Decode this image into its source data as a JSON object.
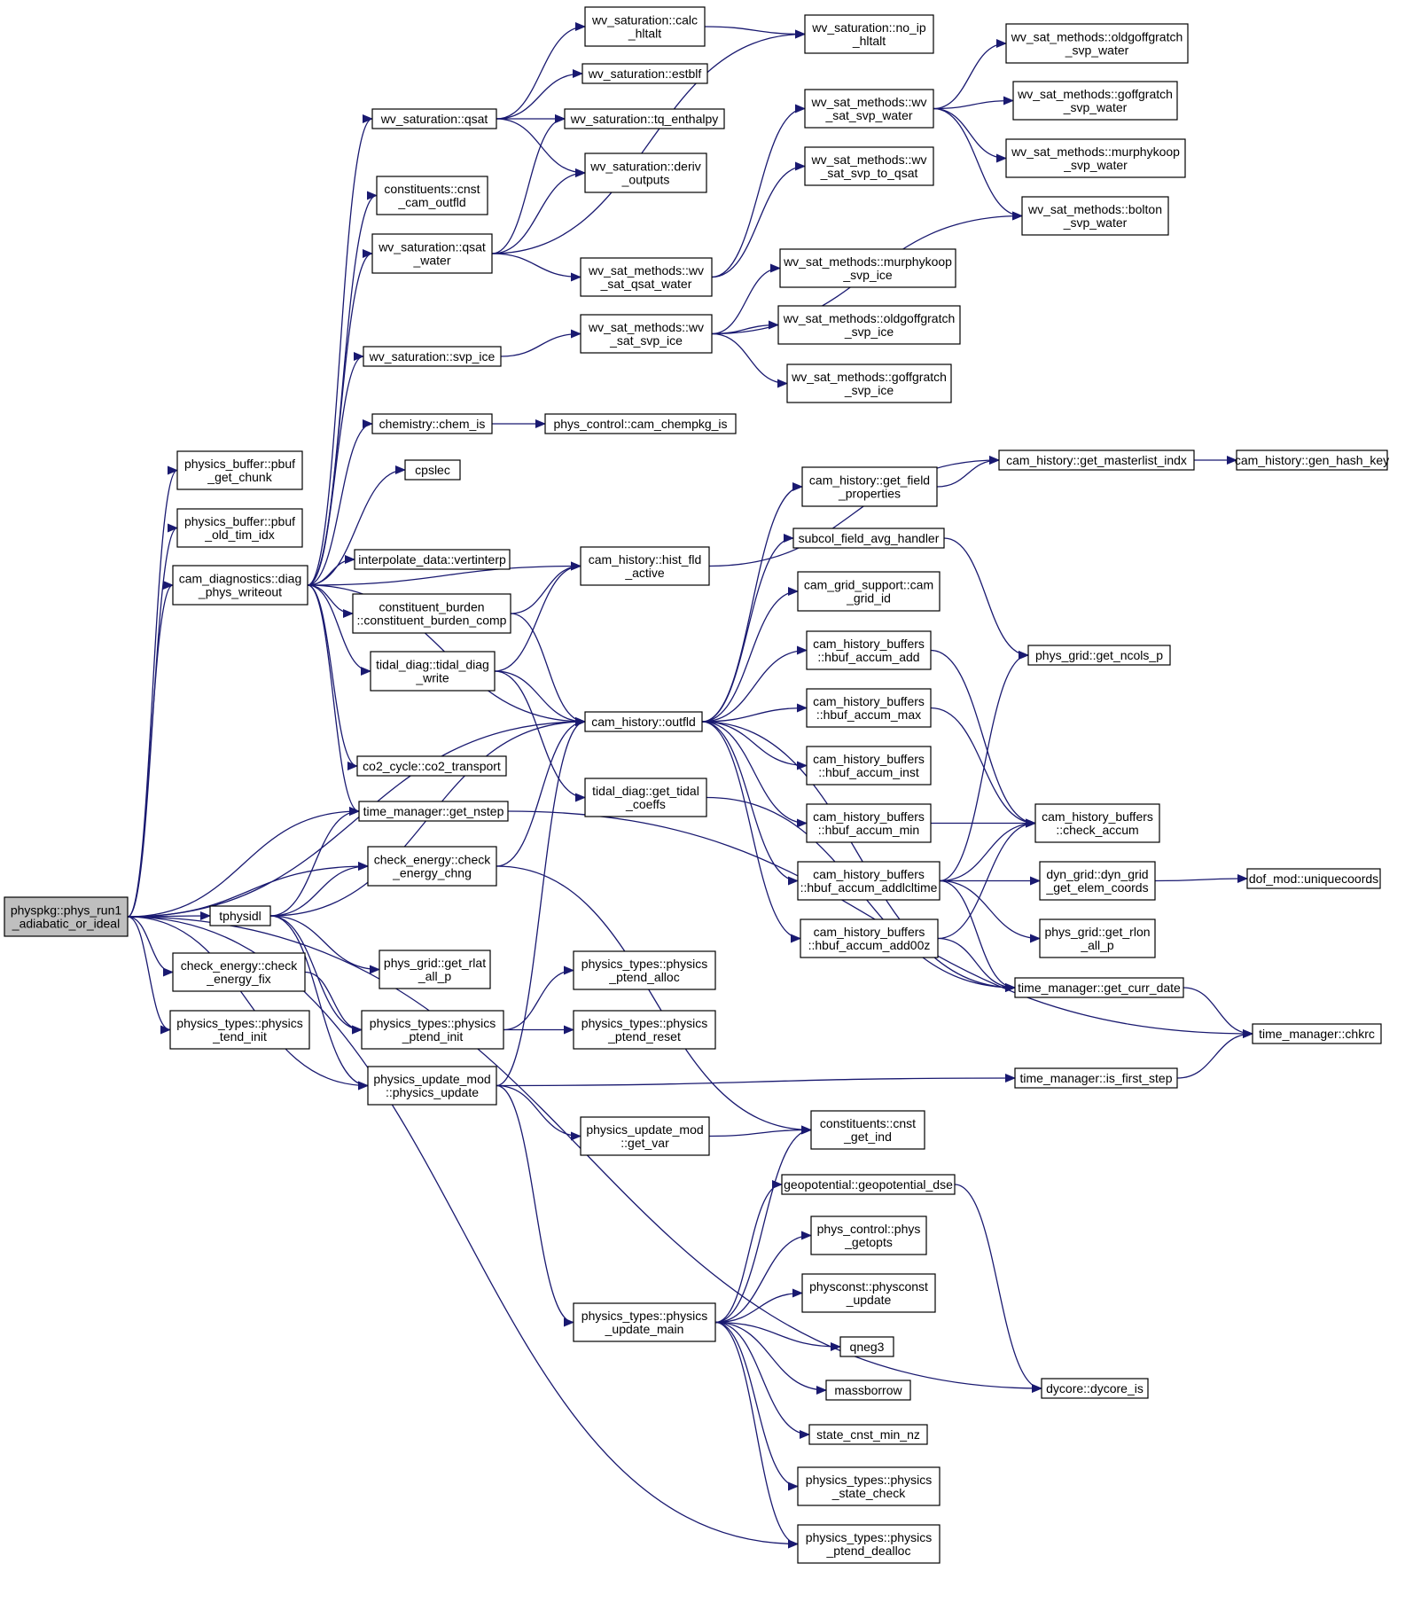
{
  "colors": {
    "edge": "#191970",
    "node_border": "#000000",
    "node_fill": "#ffffff",
    "root_fill": "#bfbfbf"
  },
  "nodes": {
    "root": [
      "physpkg::phys_run1",
      "_adiabatic_or_ideal"
    ],
    "pbuf_get_chunk": [
      "physics_buffer::pbuf",
      "_get_chunk"
    ],
    "pbuf_old_tim_idx": [
      "physics_buffer::pbuf",
      "_old_tim_idx"
    ],
    "diag_phys_writeout": [
      "cam_diagnostics::diag",
      "_phys_writeout"
    ],
    "tphysidl": [
      "tphysidl"
    ],
    "check_energy_fix": [
      "check_energy::check",
      "_energy_fix"
    ],
    "physics_tend_init": [
      "physics_types::physics",
      "_tend_init"
    ],
    "qsat": [
      "wv_saturation::qsat"
    ],
    "cnst_cam_outfld": [
      "constituents::cnst",
      "_cam_outfld"
    ],
    "qsat_water": [
      "wv_saturation::qsat",
      "_water"
    ],
    "svp_ice": [
      "wv_saturation::svp_ice"
    ],
    "chem_is": [
      "chemistry::chem_is"
    ],
    "cpslec": [
      "cpslec"
    ],
    "vertinterp": [
      "interpolate_data::vertinterp"
    ],
    "constituent_burden_comp": [
      "constituent_burden",
      "::constituent_burden_comp"
    ],
    "tidal_diag_write": [
      "tidal_diag::tidal_diag",
      "_write"
    ],
    "co2_transport": [
      "co2_cycle::co2_transport"
    ],
    "get_nstep": [
      "time_manager::get_nstep"
    ],
    "check_energy_chng": [
      "check_energy::check",
      "_energy_chng"
    ],
    "get_rlat_all_p": [
      "phys_grid::get_rlat",
      "_all_p"
    ],
    "physics_ptend_init": [
      "physics_types::physics",
      "_ptend_init"
    ],
    "physics_update": [
      "physics_update_mod",
      "::physics_update"
    ],
    "calc_hltalt": [
      "wv_saturation::calc",
      "_hltalt"
    ],
    "estblf": [
      "wv_saturation::estblf"
    ],
    "tq_enthalpy": [
      "wv_saturation::tq_enthalpy"
    ],
    "deriv_outputs": [
      "wv_saturation::deriv",
      "_outputs"
    ],
    "wv_sat_qsat_water": [
      "wv_sat_methods::wv",
      "_sat_qsat_water"
    ],
    "wv_sat_svp_ice": [
      "wv_sat_methods::wv",
      "_sat_svp_ice"
    ],
    "cam_chempkg_is": [
      "phys_control::cam_chempkg_is"
    ],
    "hist_fld_active": [
      "cam_history::hist_fld",
      "_active"
    ],
    "outfld": [
      "cam_history::outfld"
    ],
    "get_tidal_coeffs": [
      "tidal_diag::get_tidal",
      "_coeffs"
    ],
    "ptend_alloc": [
      "physics_types::physics",
      "_ptend_alloc"
    ],
    "ptend_reset": [
      "physics_types::physics",
      "_ptend_reset"
    ],
    "get_var": [
      "physics_update_mod",
      "::get_var"
    ],
    "update_main": [
      "physics_types::physics",
      "_update_main"
    ],
    "no_ip_hltalt": [
      "wv_saturation::no_ip",
      "_hltalt"
    ],
    "wv_sat_svp_water": [
      "wv_sat_methods::wv",
      "_sat_svp_water"
    ],
    "wv_sat_svp_to_qsat": [
      "wv_sat_methods::wv",
      "_sat_svp_to_qsat"
    ],
    "murphykoop_svp_ice": [
      "wv_sat_methods::murphykoop",
      "_svp_ice"
    ],
    "oldgoffgratch_svp_ice": [
      "wv_sat_methods::oldgoffgratch",
      "_svp_ice"
    ],
    "goffgratch_svp_ice": [
      "wv_sat_methods::goffgratch",
      "_svp_ice"
    ],
    "get_field_properties": [
      "cam_history::get_field",
      "_properties"
    ],
    "subcol_field_avg_handler": [
      "subcol_field_avg_handler"
    ],
    "cam_grid_id": [
      "cam_grid_support::cam",
      "_grid_id"
    ],
    "hbuf_accum_add": [
      "cam_history_buffers",
      "::hbuf_accum_add"
    ],
    "hbuf_accum_max": [
      "cam_history_buffers",
      "::hbuf_accum_max"
    ],
    "hbuf_accum_inst": [
      "cam_history_buffers",
      "::hbuf_accum_inst"
    ],
    "hbuf_accum_min": [
      "cam_history_buffers",
      "::hbuf_accum_min"
    ],
    "hbuf_accum_addlcltime": [
      "cam_history_buffers",
      "::hbuf_accum_addlcltime"
    ],
    "hbuf_accum_add00z": [
      "cam_history_buffers",
      "::hbuf_accum_add00z"
    ],
    "cnst_get_ind": [
      "constituents::cnst",
      "_get_ind"
    ],
    "geopotential_dse": [
      "geopotential::geopotential_dse"
    ],
    "phys_getopts": [
      "phys_control::phys",
      "_getopts"
    ],
    "physconst_update": [
      "physconst::physconst",
      "_update"
    ],
    "qneg3": [
      "qneg3"
    ],
    "massborrow": [
      "massborrow"
    ],
    "state_cnst_min_nz": [
      "state_cnst_min_nz"
    ],
    "physics_state_check": [
      "physics_types::physics",
      "_state_check"
    ],
    "ptend_dealloc": [
      "physics_types::physics",
      "_ptend_dealloc"
    ],
    "oldgoffgratch_svp_water": [
      "wv_sat_methods::oldgoffgratch",
      "_svp_water"
    ],
    "goffgratch_svp_water": [
      "wv_sat_methods::goffgratch",
      "_svp_water"
    ],
    "murphykoop_svp_water": [
      "wv_sat_methods::murphykoop",
      "_svp_water"
    ],
    "bolton_svp_water": [
      "wv_sat_methods::bolton",
      "_svp_water"
    ],
    "get_masterlist_indx": [
      "cam_history::get_masterlist_indx"
    ],
    "get_ncols_p": [
      "phys_grid::get_ncols_p"
    ],
    "check_accum": [
      "cam_history_buffers",
      "::check_accum"
    ],
    "dyn_grid_get_elem_coords": [
      "dyn_grid::dyn_grid",
      "_get_elem_coords"
    ],
    "get_rlon_all_p": [
      "phys_grid::get_rlon",
      "_all_p"
    ],
    "get_curr_date": [
      "time_manager::get_curr_date"
    ],
    "is_first_step": [
      "time_manager::is_first_step"
    ],
    "dycore_is": [
      "dycore::dycore_is"
    ],
    "gen_hash_key": [
      "cam_history::gen_hash_key"
    ],
    "uniquecoords": [
      "dof_mod::uniquecoords"
    ],
    "chkrc": [
      "time_manager::chkrc"
    ]
  }
}
